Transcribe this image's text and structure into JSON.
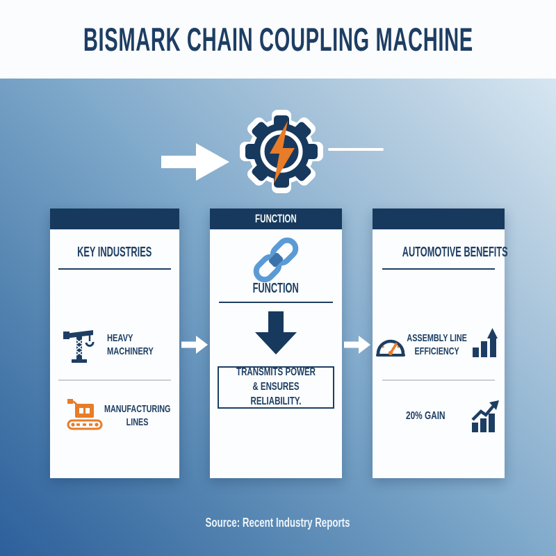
{
  "header": {
    "title": "BISMARK CHAIN COUPLING MACHINE"
  },
  "flow": {
    "arrow_icon": "arrow-right-icon",
    "machine_icon": "gear-lightning-icon",
    "connector": "horizontal-line"
  },
  "cards": {
    "industries": {
      "title": "KEY INDUSTRIES",
      "items": [
        {
          "icon": "crane-icon",
          "label": "HEAVY MACHINERY"
        },
        {
          "icon": "conveyor-icon",
          "label": "MANUFACTURING LINES"
        }
      ]
    },
    "function": {
      "header_label": "FUNCTION",
      "icon": "chain-link-icon",
      "title": "FUNCTION",
      "arrow_icon": "arrow-down-icon",
      "description": "TRANSMITS POWER & ENSURES RELIABILITY."
    },
    "benefits": {
      "title": "AUTOMOTIVE BENEFITS",
      "items": [
        {
          "icon": "gauge-icon",
          "label": "ASSEMBLY LINE EFFICIENCY",
          "trailing_icon": "bar-chart-up-arrow-icon"
        },
        {
          "label": "20% GAIN",
          "trailing_icon": "growth-trend-icon"
        }
      ]
    }
  },
  "footer": {
    "source": "Source: Recent Industry Reports"
  },
  "colors": {
    "navy": "#17395d",
    "text_navy": "#1d3e63",
    "orange": "#e87c28",
    "link_blue": "#5b9bd5",
    "bg_light": "#e4f0f8",
    "bg_dark": "#2d5f9b"
  }
}
